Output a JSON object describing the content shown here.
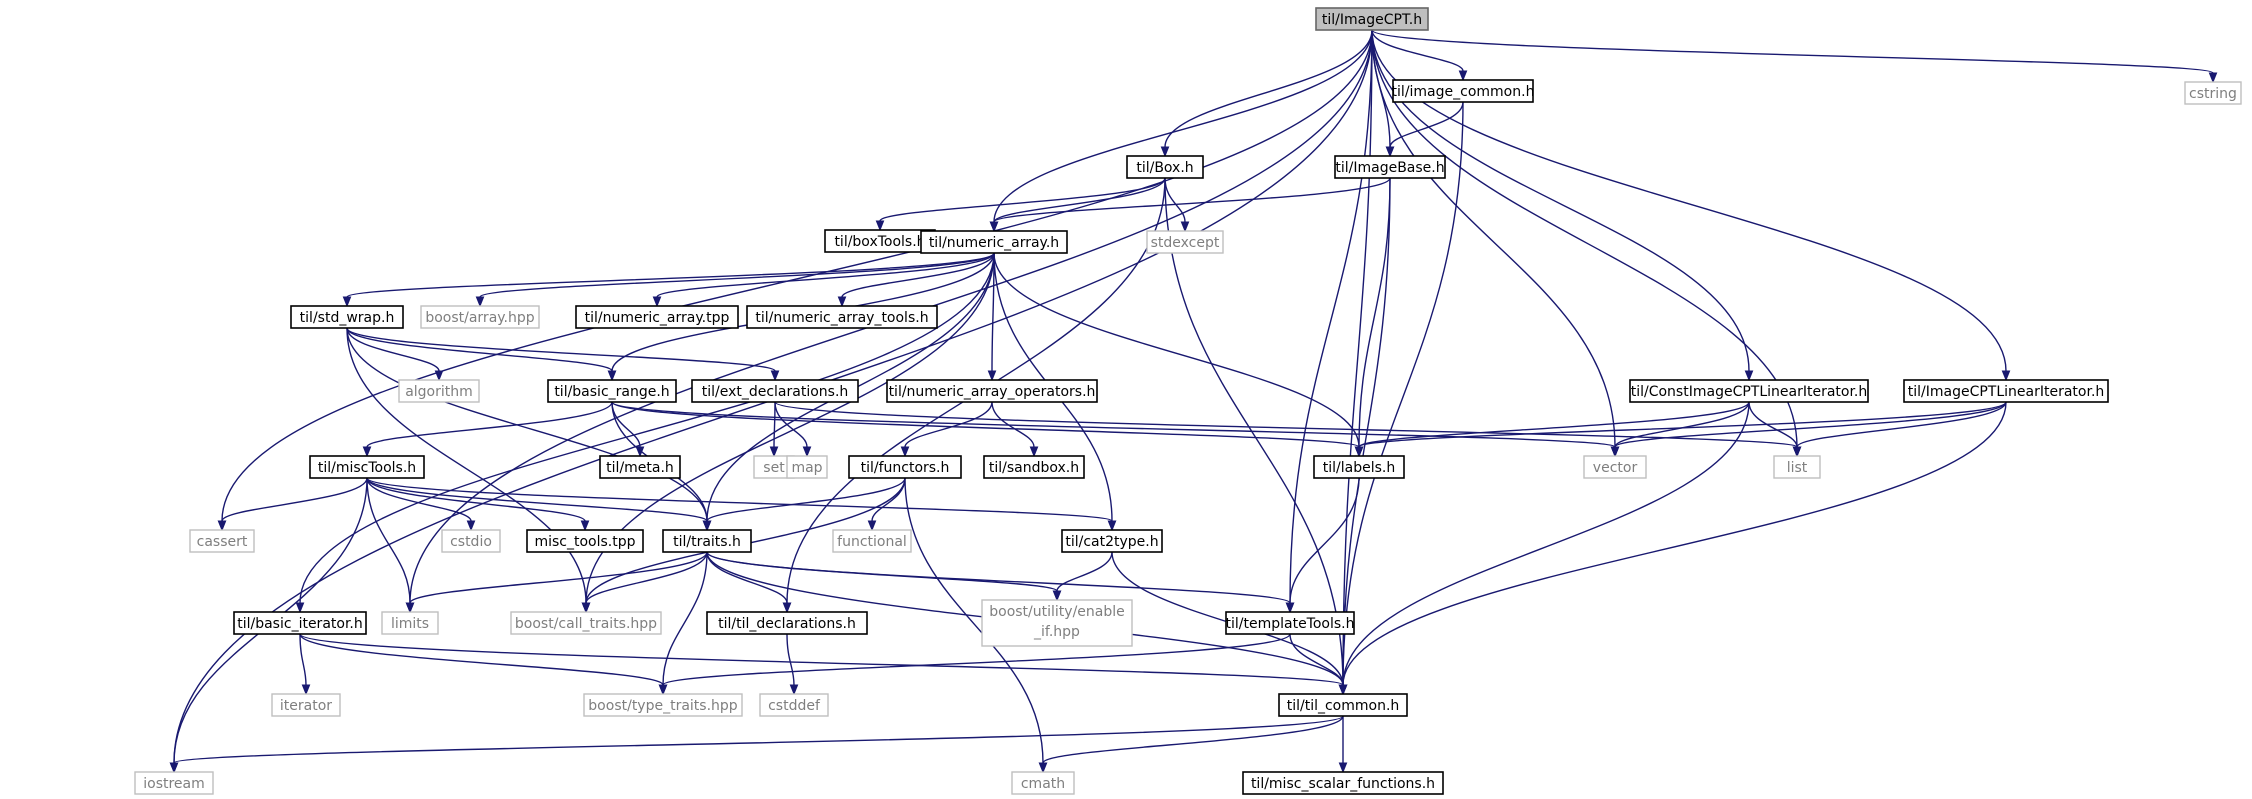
{
  "diagram": {
    "nodes": [
      {
        "id": "n0",
        "label": "til/ImageCPT.h",
        "kind": "main"
      },
      {
        "id": "n1",
        "label": "til/image_common.h",
        "kind": "internal"
      },
      {
        "id": "n2",
        "label": "cstring",
        "kind": "external"
      },
      {
        "id": "n3",
        "label": "til/Box.h",
        "kind": "internal"
      },
      {
        "id": "n4",
        "label": "til/ImageBase.h",
        "kind": "internal"
      },
      {
        "id": "n5",
        "label": "til/boxTools.h",
        "kind": "internal"
      },
      {
        "id": "n6",
        "label": "til/numeric_array.h",
        "kind": "internal"
      },
      {
        "id": "n7",
        "label": "stdexcept",
        "kind": "external"
      },
      {
        "id": "n8",
        "label": "til/std_wrap.h",
        "kind": "internal"
      },
      {
        "id": "n9",
        "label": "boost/array.hpp",
        "kind": "external"
      },
      {
        "id": "n10",
        "label": "til/numeric_array.tpp",
        "kind": "internal"
      },
      {
        "id": "n11",
        "label": "til/numeric_array_tools.h",
        "kind": "internal"
      },
      {
        "id": "n12",
        "label": "algorithm",
        "kind": "external"
      },
      {
        "id": "n13",
        "label": "til/basic_range.h",
        "kind": "internal"
      },
      {
        "id": "n14",
        "label": "til/ext_declarations.h",
        "kind": "internal"
      },
      {
        "id": "n15",
        "label": "til/numeric_array_operators.h",
        "kind": "internal"
      },
      {
        "id": "n16",
        "label": "til/ConstImageCPTLinearIterator.h",
        "kind": "internal"
      },
      {
        "id": "n17",
        "label": "til/ImageCPTLinearIterator.h",
        "kind": "internal"
      },
      {
        "id": "n18",
        "label": "til/miscTools.h",
        "kind": "internal"
      },
      {
        "id": "n19",
        "label": "til/meta.h",
        "kind": "internal"
      },
      {
        "id": "n20",
        "label": "set",
        "kind": "external"
      },
      {
        "id": "n21",
        "label": "map",
        "kind": "external"
      },
      {
        "id": "n22",
        "label": "til/functors.h",
        "kind": "internal"
      },
      {
        "id": "n23",
        "label": "til/sandbox.h",
        "kind": "internal"
      },
      {
        "id": "n24",
        "label": "til/labels.h",
        "kind": "internal"
      },
      {
        "id": "n25",
        "label": "vector",
        "kind": "external"
      },
      {
        "id": "n26",
        "label": "list",
        "kind": "external"
      },
      {
        "id": "n27",
        "label": "cassert",
        "kind": "external"
      },
      {
        "id": "n28",
        "label": "cstdio",
        "kind": "external"
      },
      {
        "id": "n29",
        "label": "misc_tools.tpp",
        "kind": "internal"
      },
      {
        "id": "n30",
        "label": "til/traits.h",
        "kind": "internal"
      },
      {
        "id": "n31",
        "label": "functional",
        "kind": "external"
      },
      {
        "id": "n32",
        "label": "til/cat2type.h",
        "kind": "internal"
      },
      {
        "id": "n33",
        "label": "til/basic_iterator.h",
        "kind": "internal"
      },
      {
        "id": "n34",
        "label": "limits",
        "kind": "external"
      },
      {
        "id": "n35",
        "label": "boost/call_traits.hpp",
        "kind": "external"
      },
      {
        "id": "n36",
        "label": "til/til_declarations.h",
        "kind": "internal"
      },
      {
        "id": "n37",
        "label": "boost/utility/enable_if.hpp",
        "lines": [
          "boost/utility/enable",
          "_if.hpp"
        ],
        "kind": "external"
      },
      {
        "id": "n38",
        "label": "til/templateTools.h",
        "kind": "internal"
      },
      {
        "id": "n39",
        "label": "iterator",
        "kind": "external"
      },
      {
        "id": "n40",
        "label": "boost/type_traits.hpp",
        "kind": "external"
      },
      {
        "id": "n41",
        "label": "cstddef",
        "kind": "external"
      },
      {
        "id": "n42",
        "label": "til/til_common.h",
        "kind": "internal"
      },
      {
        "id": "n43",
        "label": "iostream",
        "kind": "external"
      },
      {
        "id": "n44",
        "label": "cmath",
        "kind": "external"
      },
      {
        "id": "n45",
        "label": "til/misc_scalar_functions.h",
        "kind": "internal"
      }
    ],
    "edges": [
      [
        "n0",
        "n1"
      ],
      [
        "n0",
        "n2"
      ],
      [
        "n0",
        "n3"
      ],
      [
        "n0",
        "n4"
      ],
      [
        "n0",
        "n6"
      ],
      [
        "n0",
        "n16"
      ],
      [
        "n0",
        "n17"
      ],
      [
        "n0",
        "n25"
      ],
      [
        "n0",
        "n26"
      ],
      [
        "n0",
        "n27"
      ],
      [
        "n0",
        "n34"
      ],
      [
        "n0",
        "n43"
      ],
      [
        "n0",
        "n38"
      ],
      [
        "n0",
        "n42"
      ],
      [
        "n1",
        "n4"
      ],
      [
        "n1",
        "n42"
      ],
      [
        "n3",
        "n5"
      ],
      [
        "n3",
        "n6"
      ],
      [
        "n3",
        "n7"
      ],
      [
        "n3",
        "n36"
      ],
      [
        "n3",
        "n42"
      ],
      [
        "n4",
        "n6"
      ],
      [
        "n4",
        "n24"
      ],
      [
        "n4",
        "n42"
      ],
      [
        "n6",
        "n8"
      ],
      [
        "n6",
        "n9"
      ],
      [
        "n6",
        "n10"
      ],
      [
        "n6",
        "n11"
      ],
      [
        "n6",
        "n13"
      ],
      [
        "n6",
        "n15"
      ],
      [
        "n6",
        "n24"
      ],
      [
        "n6",
        "n32"
      ],
      [
        "n6",
        "n33"
      ],
      [
        "n6",
        "n35"
      ],
      [
        "n6",
        "n30"
      ],
      [
        "n8",
        "n12"
      ],
      [
        "n8",
        "n13"
      ],
      [
        "n8",
        "n14"
      ],
      [
        "n8",
        "n30"
      ],
      [
        "n8",
        "n35"
      ],
      [
        "n13",
        "n18"
      ],
      [
        "n13",
        "n19"
      ],
      [
        "n13",
        "n30"
      ],
      [
        "n13",
        "n24"
      ],
      [
        "n13",
        "n25"
      ],
      [
        "n14",
        "n20"
      ],
      [
        "n14",
        "n21"
      ],
      [
        "n14",
        "n26"
      ],
      [
        "n15",
        "n22"
      ],
      [
        "n15",
        "n23"
      ],
      [
        "n16",
        "n24"
      ],
      [
        "n16",
        "n25"
      ],
      [
        "n16",
        "n26"
      ],
      [
        "n16",
        "n42"
      ],
      [
        "n17",
        "n24"
      ],
      [
        "n17",
        "n25"
      ],
      [
        "n17",
        "n26"
      ],
      [
        "n17",
        "n42"
      ],
      [
        "n18",
        "n27"
      ],
      [
        "n18",
        "n28"
      ],
      [
        "n18",
        "n29"
      ],
      [
        "n18",
        "n30"
      ],
      [
        "n18",
        "n32"
      ],
      [
        "n18",
        "n34"
      ],
      [
        "n18",
        "n43"
      ],
      [
        "n22",
        "n30"
      ],
      [
        "n22",
        "n31"
      ],
      [
        "n22",
        "n35"
      ],
      [
        "n22",
        "n44"
      ],
      [
        "n24",
        "n38"
      ],
      [
        "n30",
        "n34"
      ],
      [
        "n30",
        "n35"
      ],
      [
        "n30",
        "n36"
      ],
      [
        "n30",
        "n37"
      ],
      [
        "n30",
        "n38"
      ],
      [
        "n30",
        "n40"
      ],
      [
        "n30",
        "n42"
      ],
      [
        "n32",
        "n37"
      ],
      [
        "n32",
        "n42"
      ],
      [
        "n33",
        "n39"
      ],
      [
        "n33",
        "n40"
      ],
      [
        "n33",
        "n42"
      ],
      [
        "n36",
        "n41"
      ],
      [
        "n38",
        "n40"
      ],
      [
        "n38",
        "n42"
      ],
      [
        "n42",
        "n43"
      ],
      [
        "n42",
        "n44"
      ],
      [
        "n42",
        "n45"
      ]
    ]
  }
}
